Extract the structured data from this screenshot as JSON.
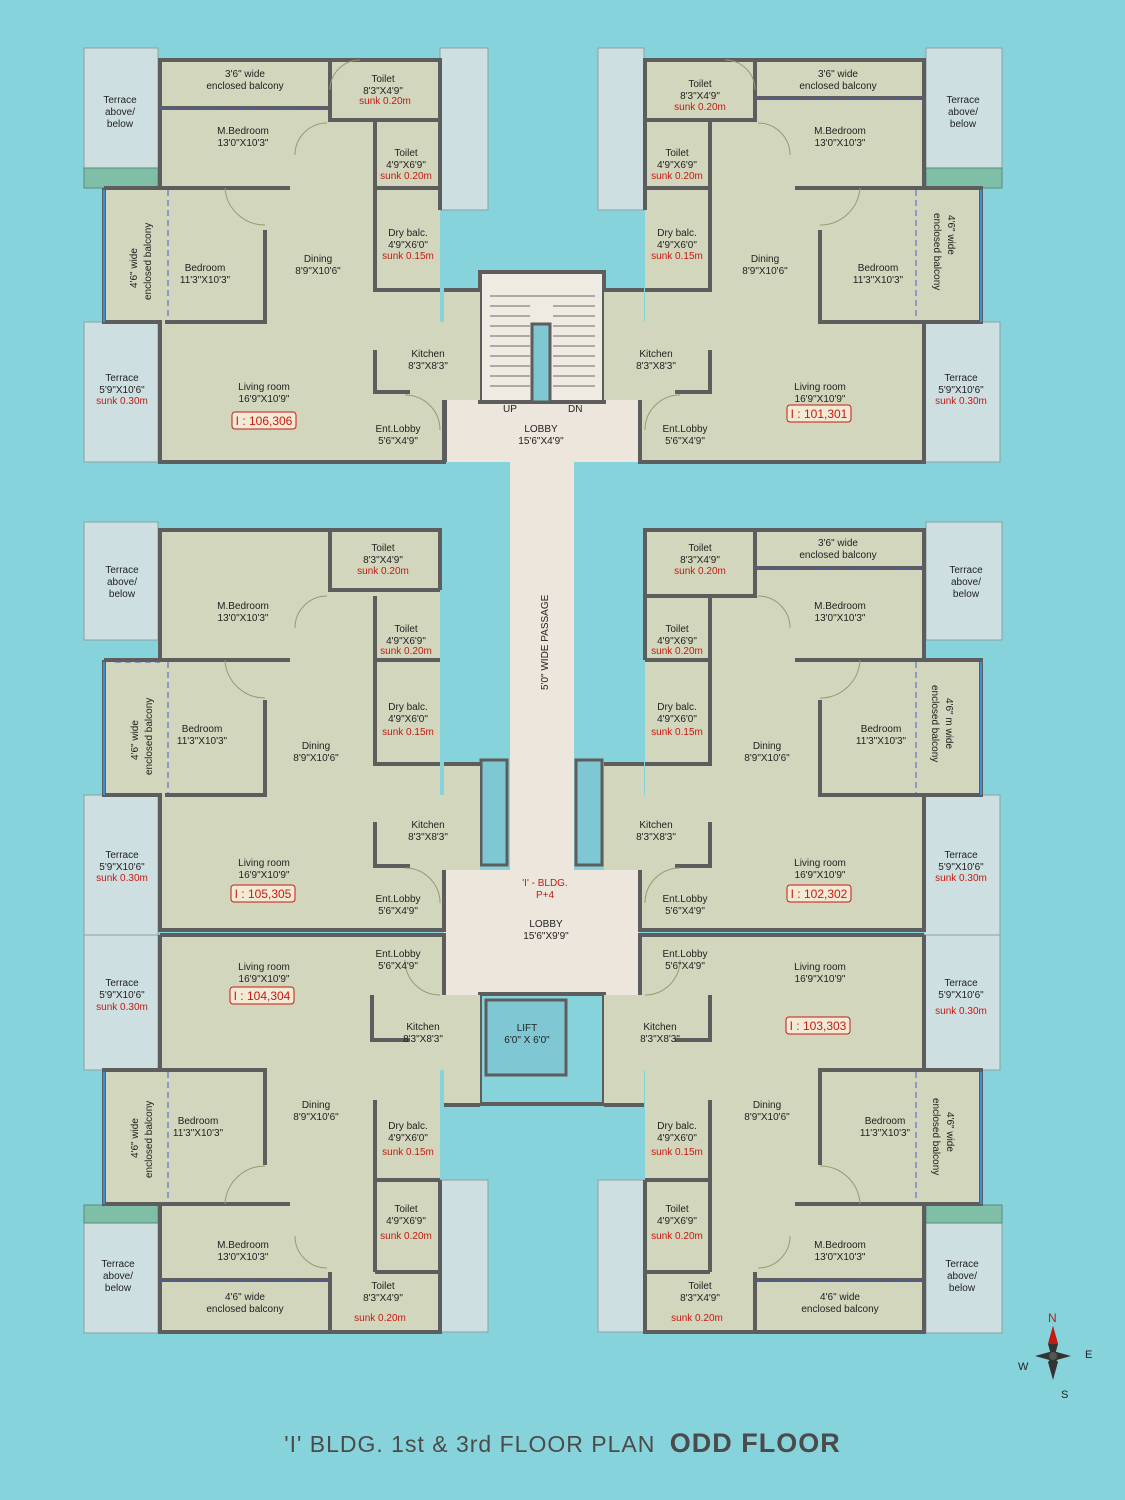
{
  "colors": {
    "background": "#86d3dc",
    "room": "#d2d6bc",
    "lobby": "#ece6dc",
    "accent_red": "#c41a12"
  },
  "title": {
    "line1": "'I' BLDG. 1st & 3rd FLOOR PLAN",
    "line2": "ODD FLOOR"
  },
  "core": {
    "upper_lobby": [
      "LOBBY",
      "15'6\"X4'9\""
    ],
    "stair_up": "UP",
    "stair_dn": "DN",
    "passage": "5'0\" WIDE PASSAGE",
    "bldg": [
      "'I' - BLDG.",
      "P+4"
    ],
    "lower_lobby": [
      "LOBBY",
      "15'6\"X9'9\""
    ],
    "lift": [
      "LIFT",
      "6'0\" X 6'0\""
    ]
  },
  "compass": {
    "n": "N",
    "s": "S",
    "e": "E",
    "w": "W",
    "icon": "compass-rose-icon"
  },
  "units": [
    {
      "id": "I : 106,306",
      "rooms": [
        [
          "3'6\" wide",
          "enclosed balcony"
        ],
        [
          "Toilet",
          "8'3\"X4'9\"",
          "sunk 0.20m"
        ],
        [
          "M.Bedroom",
          "13'0\"X10'3\""
        ],
        [
          "Toilet",
          "4'9\"X6'9\"",
          "sunk 0.20m"
        ],
        [
          "Dry balc.",
          "4'9\"X6'0\"",
          "sunk 0.15m"
        ],
        [
          "4'6\" wide",
          "enclosed balcony"
        ],
        [
          "Bedroom",
          "11'3\"X10'3\""
        ],
        [
          "Dining",
          "8'9\"X10'6\""
        ],
        [
          "Kitchen",
          "8'3\"X8'3\""
        ],
        [
          "Terrace",
          "5'9\"X10'6\"",
          "sunk 0.30m"
        ],
        [
          "Living room",
          "16'9\"X10'9\""
        ],
        [
          "Ent.Lobby",
          "5'6\"X4'9\""
        ],
        [
          "Terrace",
          "above/",
          "below"
        ]
      ]
    },
    {
      "id": "I : 101,301",
      "rooms": [
        [
          "Toilet",
          "8'3\"X4'9\"",
          "sunk 0.20m"
        ],
        [
          "3'6\"  wide",
          "enclosed balcony"
        ],
        [
          "Toilet",
          "4'9\"X6'9\"",
          "sunk 0.20m"
        ],
        [
          "M.Bedroom",
          "13'0\"X10'3\""
        ],
        [
          "Dry balc.",
          "4'9\"X6'0\"",
          "sunk 0.15m"
        ],
        [
          "Dining",
          "8'9\"X10'6\""
        ],
        [
          "Bedroom",
          "11'3\"X10'3\""
        ],
        [
          "4'6\" wide",
          "enclosed balcony"
        ],
        [
          "Kitchen",
          "8'3\"X8'3\""
        ],
        [
          "Living room",
          "16'9\"X10'9\""
        ],
        [
          "Terrace",
          "5'9\"X10'6\"",
          "sunk 0.30m"
        ],
        [
          "Ent.Lobby",
          "5'6\"X4'9\""
        ],
        [
          "Terrace",
          "above/",
          "below"
        ]
      ]
    },
    {
      "id": "I : 105,305",
      "rooms": [
        [
          "Toilet",
          "8'3\"X4'9\"",
          "sunk 0.20m"
        ],
        [
          "M.Bedroom",
          "13'0\"X10'3\""
        ],
        [
          "Toilet",
          "4'9\"X6'9\"",
          "sunk 0.20m"
        ],
        [
          "Dry balc.",
          "4'9\"X6'0\"",
          "sunk 0.15m"
        ],
        [
          "4'6\" wide",
          "enclosed balcony"
        ],
        [
          "Bedroom",
          "11'3\"X10'3\""
        ],
        [
          "Dining",
          "8'9\"X10'6\""
        ],
        [
          "Kitchen",
          "8'3\"X8'3\""
        ],
        [
          "Terrace",
          "5'9\"X10'6\"",
          "sunk 0.30m"
        ],
        [
          "Living room",
          "16'9\"X10'9\""
        ],
        [
          "Ent.Lobby",
          "5'6\"X4'9\""
        ],
        [
          "Terrace",
          "above/",
          "below"
        ]
      ]
    },
    {
      "id": "I : 102,302",
      "rooms": [
        [
          "Toilet",
          "8'3\"X4'9\"",
          "sunk 0.20m"
        ],
        [
          "3'6\" wide",
          "enclosed balcony"
        ],
        [
          "M.Bedroom",
          "13'0\"X10'3\""
        ],
        [
          "Toilet",
          "4'9\"X6'9\"",
          "sunk 0.20m"
        ],
        [
          "Dry balc.",
          "4'9\"X6'0\"",
          "sunk 0.15m"
        ],
        [
          "Dining",
          "8'9\"X10'6\""
        ],
        [
          "Bedroom",
          "11'3\"X10'3\""
        ],
        [
          "4'6\" m wide",
          "enclosed balcony"
        ],
        [
          "Kitchen",
          "8'3\"X8'3\""
        ],
        [
          "Living room",
          "16'9\"X10'9\""
        ],
        [
          "Terrace",
          "5'9\"X10'6\"",
          "sunk 0.30m"
        ],
        [
          "Ent.Lobby",
          "5'6\"X4'9\""
        ],
        [
          "Terrace",
          "above/",
          "below"
        ]
      ]
    },
    {
      "id": "I : 104,304",
      "rooms": [
        [
          "Living room",
          "16'9\"X10'9\""
        ],
        [
          "Ent.Lobby",
          "5'6\"X4'9\""
        ],
        [
          "Terrace",
          "5'9\"X10'6\"",
          "sunk 0.30m"
        ],
        [
          "Kitchen",
          "8'3\"X8'3\""
        ],
        [
          "Dining",
          "8'9\"X10'6\""
        ],
        [
          "Dry balc.",
          "4'9\"X6'0\"",
          "sunk 0.15m"
        ],
        [
          "Bedroom",
          "11'3\"X10'3\""
        ],
        [
          "4'6\" wide",
          "enclosed balcony"
        ],
        [
          "Toilet",
          "4'9\"X6'9\"",
          "sunk 0.20m"
        ],
        [
          "M.Bedroom",
          "13'0\"X10'3\""
        ],
        [
          "Toilet",
          "8'3\"X4'9\"",
          "sunk 0.20m"
        ],
        [
          "4'6\" wide",
          "enclosed balcony"
        ],
        [
          "Terrace",
          "above/",
          "below"
        ]
      ]
    },
    {
      "id": "I : 103,303",
      "rooms": [
        [
          "Ent.Lobby",
          "5'6\"X4'9\""
        ],
        [
          "Living room",
          "16'9\"X10'9\""
        ],
        [
          "Terrace",
          "5'9\"X10'6\"",
          "sunk 0.30m"
        ],
        [
          "Kitchen",
          "8'3\"X8'3\""
        ],
        [
          "Dining",
          "8'9\"X10'6\""
        ],
        [
          "Dry balc.",
          "4'9\"X6'0\"",
          "sunk 0.15m"
        ],
        [
          "Bedroom",
          "11'3\"X10'3\""
        ],
        [
          "4'6\" wide",
          "enclosed balcony"
        ],
        [
          "Toilet",
          "4'9\"X6'9\"",
          "sunk 0.20m"
        ],
        [
          "M.Bedroom",
          "13'0\"X10'3\""
        ],
        [
          "Toilet",
          "8'3\"X4'9\"",
          "sunk 0.20m"
        ],
        [
          "4'6\" wide",
          "enclosed balcony"
        ],
        [
          "Terrace",
          "above/",
          "below"
        ]
      ]
    }
  ]
}
